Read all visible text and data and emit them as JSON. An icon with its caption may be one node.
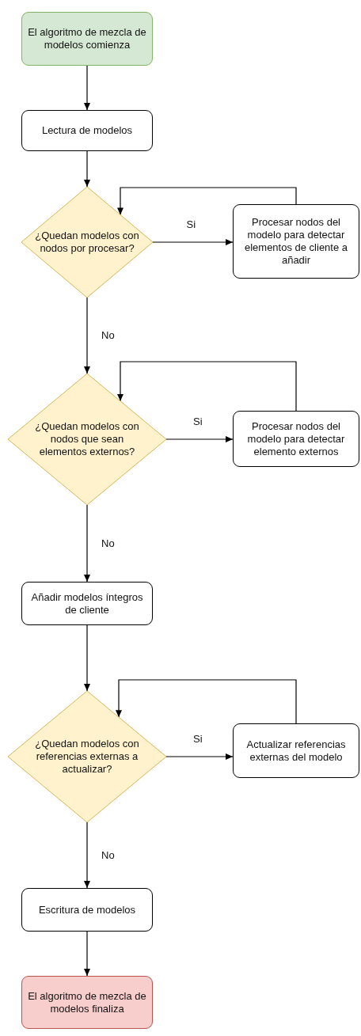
{
  "diagram": {
    "nodes": [
      {
        "text": [
          "El algoritmo de mezcla de modelos comienza"
        ]
      },
      {
        "text": [
          "Lectura de modelos"
        ]
      },
      {
        "text": [
          "¿Quedan modelos con nodos por procesar?"
        ]
      },
      {
        "text": [
          "Procesar nodos del modelo para detectar elementos de cliente a añadir"
        ]
      },
      {
        "text": [
          "¿Quedan modelos con nodos que sean elementos externos?"
        ]
      },
      {
        "text": [
          "Procesar nodos del modelo para detectar elemento externos"
        ]
      },
      {
        "text": [
          "Añadir modelos íntegros de cliente"
        ]
      },
      {
        "text": [
          "¿Quedan modelos con referencias externas a actualizar?"
        ]
      },
      {
        "text": [
          "Actualizar referencias externas del modelo"
        ]
      },
      {
        "text": [
          "Escritura de modelos"
        ]
      },
      {
        "text": [
          "El algoritmo de mezcla de modelos finaliza"
        ]
      }
    ],
    "edges": [
      {
        "from": 0,
        "to": 1,
        "arrow": "to"
      },
      {
        "from": 1,
        "to": 2,
        "arrow": "to"
      },
      {
        "from": 2,
        "to": 3,
        "arrow": "to",
        "label": "Si"
      },
      {
        "from": 3,
        "to": 2,
        "arrow": "to"
      },
      {
        "from": 2,
        "to": 4,
        "arrow": "to",
        "label": "No"
      },
      {
        "from": 4,
        "to": 5,
        "arrow": "to",
        "label": "Si"
      },
      {
        "from": 5,
        "to": 4,
        "arrow": "to"
      },
      {
        "from": 4,
        "to": 6,
        "arrow": "to",
        "label": "No"
      },
      {
        "from": 6,
        "to": 7,
        "arrow": "to"
      },
      {
        "from": 7,
        "to": 8,
        "arrow": "to",
        "label": "Si"
      },
      {
        "from": 8,
        "to": 7,
        "arrow": "to"
      },
      {
        "from": 7,
        "to": 9,
        "arrow": "to",
        "label": "No"
      },
      {
        "from": 9,
        "to": 10,
        "arrow": "to"
      }
    ]
  }
}
